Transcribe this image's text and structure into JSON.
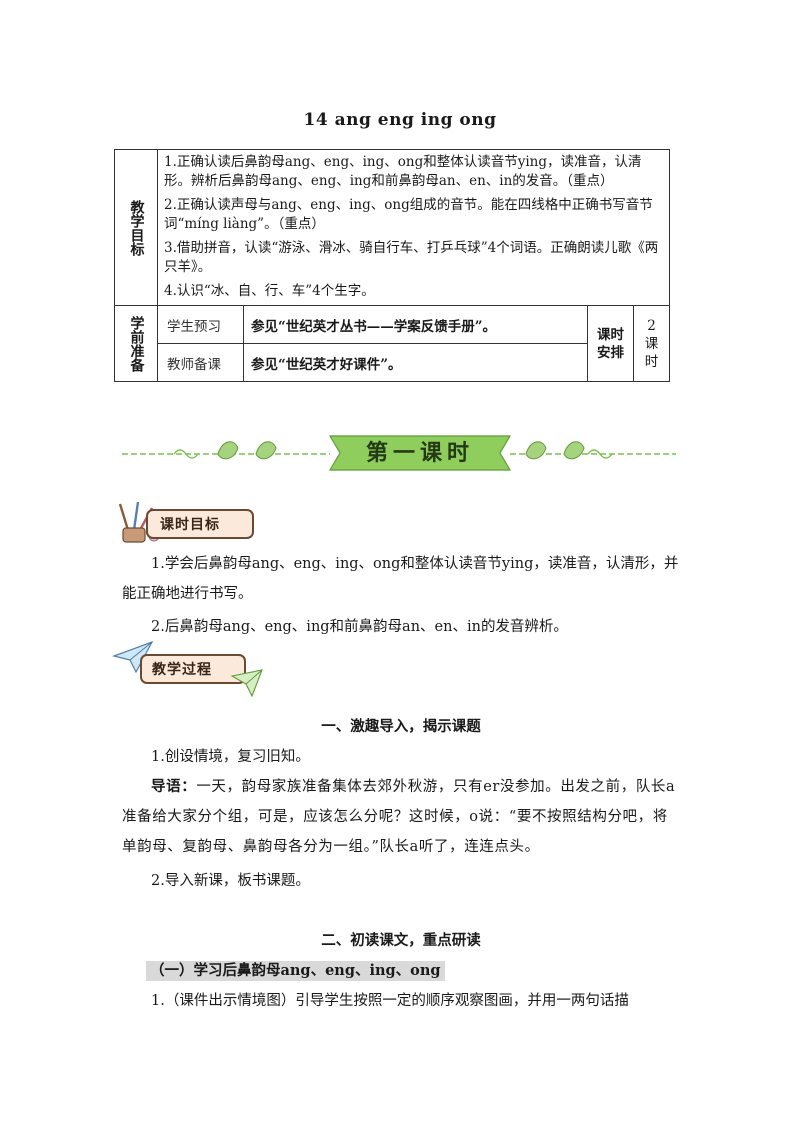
{
  "lesson_title": "14 ang eng ing ong",
  "plan_table": {
    "goals_label": "教学目标",
    "goals": [
      "1.正确认读后鼻韵母ang、eng、ing、ong和整体认读音节ying，读准音，认清形。辨析后鼻韵母ang、eng、ing和前鼻韵母an、en、in的发音。（重点）",
      "2.正确认读声母与ang、eng、ing、ong组成的音节。能在四线格中正确书写音节词“míng liàng”。（重点）",
      "3.借助拼音，认读“游泳、滑冰、骑自行车、打乒乓球”4个词语。正确朗读儿歌《两只羊》。",
      "4.认识“冰、自、行、车”4个生字。"
    ],
    "prep_label": "学前准备",
    "student_label": "学生预习",
    "student_value": "参见“世纪英才丛书——学案反馈手册”。",
    "teacher_label": "教师备课",
    "teacher_value": "参见“世纪英才好课件”。",
    "schedule_label": "课时安排",
    "schedule_value": "2课时"
  },
  "banner_text": "第一课时",
  "goals_tag": "课时目标",
  "lesson_goals": [
    "1.学会后鼻韵母ang、eng、ing、ong和整体认读音节ying，读准音，认清形，并能正确地进行书写。",
    "2.后鼻韵母ang、eng、ing和前鼻韵母an、en、in的发音辨析。"
  ],
  "process_tag": "教学过程",
  "section1": {
    "heading": "一、激趣导入，揭示课题",
    "step1": "1.创设情境，复习旧知。",
    "intro_label": "导语：",
    "intro_text": "一天，韵母家族准备集体去郊外秋游，只有er没参加。出发之前，队长a准备给大家分个组，可是，应该怎么分呢？这时候，o说：“要不按照结构分吧，将单韵母、复韵母、鼻韵母各分为一组。”队长a听了，连连点头。",
    "step2": "2.导入新课，板书课题。"
  },
  "section2": {
    "heading": "二、初读课文，重点研读",
    "subheading": "（一）学习后鼻韵母ang、eng、ing、ong",
    "step1": "1.（课件出示情境图）引导学生按照一定的顺序观察图画，并用一两句话描"
  },
  "colors": {
    "banner_green": "#7bbf4e",
    "tag_border": "#6b4a2f",
    "tag_fill": "#fbe9dc",
    "highlight": "#d9d9d9"
  }
}
